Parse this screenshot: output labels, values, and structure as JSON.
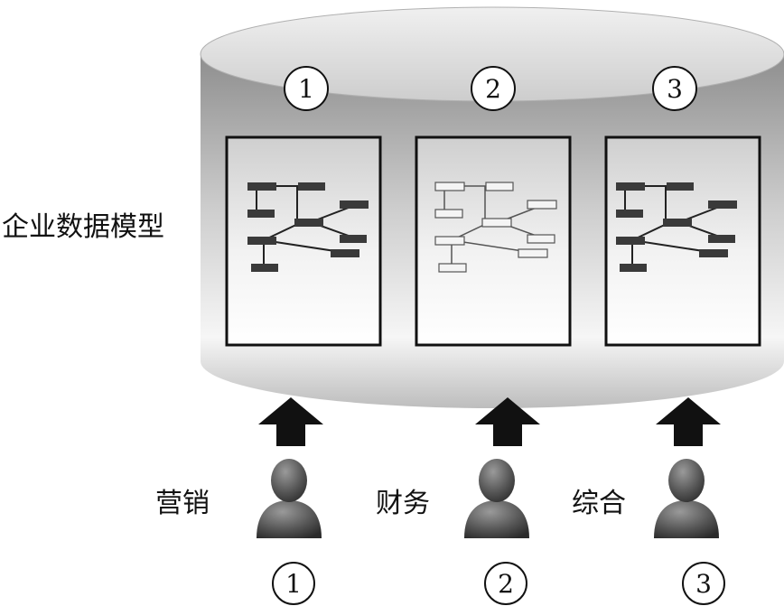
{
  "model_label": "企业数据模型",
  "model_numbers": [
    "1",
    "2",
    "3"
  ],
  "departments": [
    {
      "name": "营销",
      "number": "1"
    },
    {
      "name": "财务",
      "number": "2"
    },
    {
      "name": "综合",
      "number": "3"
    }
  ],
  "colors": {
    "dark_node": "#3a3a3a",
    "light_node": "#f4f4f4",
    "arrow": "#111111",
    "panel_border": "#111111"
  },
  "icons": {
    "arrow": "up-arrow-icon",
    "person": "person-icon",
    "schema": "entity-relationship-diagram-icon",
    "database": "database-cylinder-icon"
  }
}
